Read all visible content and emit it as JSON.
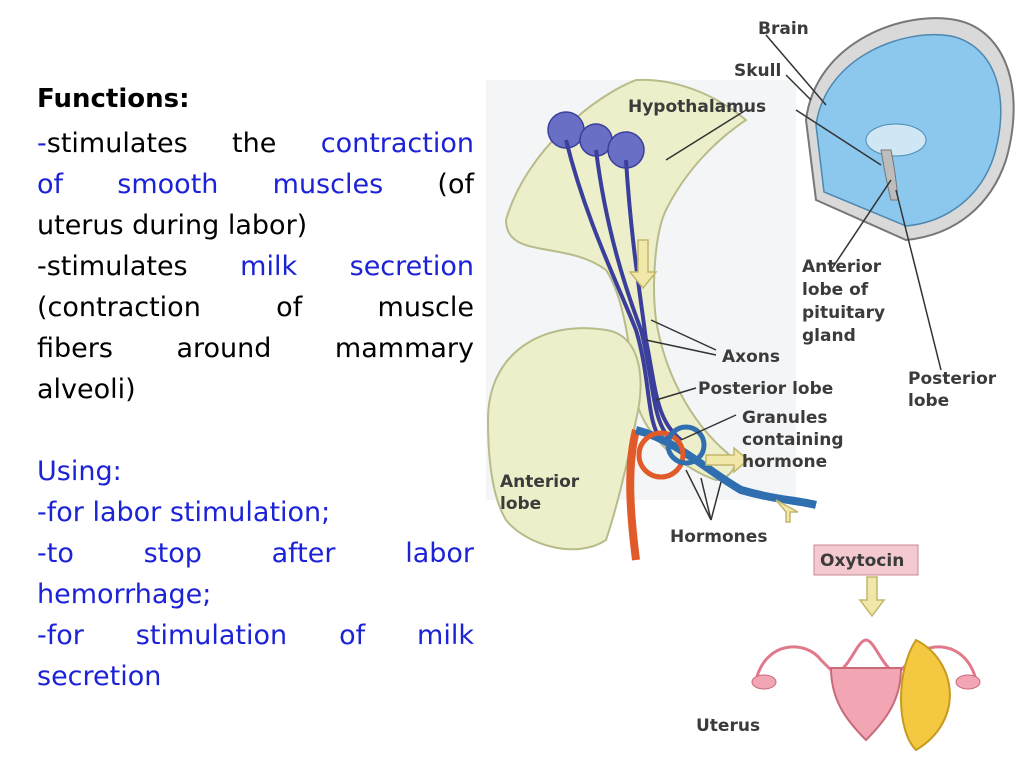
{
  "slide": {
    "heading": "Functions:",
    "functions": {
      "l1_dash": "-",
      "l1_a": "stimulates the",
      "l1_b": "contraction",
      "l2_a": "of smooth muscles",
      "l2_b": "(of",
      "l3": "uterus during labor)",
      "l4_a": "-stimulates",
      "l4_b": "milk secretion",
      "l5": "(contraction of muscle",
      "l6": "fibers around mammary",
      "l7": "alveoli)"
    },
    "using": {
      "title": "Using:",
      "u1": "-for labor stimulation;",
      "u2": "-to stop after labor",
      "u3": "hemorrhage;",
      "u4": "-for stimulation of milk",
      "u5": "secretion"
    }
  },
  "diagram": {
    "labels": {
      "brain": "Brain",
      "skull": "Skull",
      "hypothalamus": "Hypothalamus",
      "anterior_lobe_pituitary_1": "Anterior",
      "anterior_lobe_pituitary_2": "lobe of",
      "anterior_lobe_pituitary_3": "pituitary",
      "anterior_lobe_pituitary_4": "gland",
      "axons": "Axons",
      "posterior_lobe": "Posterior lobe",
      "posterior_lobe_side_1": "Posterior",
      "posterior_lobe_side_2": "lobe",
      "granules_1": "Granules",
      "granules_2": "containing",
      "granules_3": "hormone",
      "anterior_lobe_1": "Anterior",
      "anterior_lobe_2": "lobe",
      "hormones": "Hormones",
      "oxytocin": "Oxytocin",
      "uterus": "Uterus"
    },
    "colors": {
      "text_blue": "#1c22d6",
      "brain_blue": "#8cc8ee",
      "tissue": "#ecefc9",
      "neuron": "#6a6fc6",
      "blood_red": "#e05a2a",
      "uterus_pink": "#f2a6b4",
      "breast_yellow": "#f5c842",
      "oxytocin_box": "#f4c9cf"
    }
  }
}
